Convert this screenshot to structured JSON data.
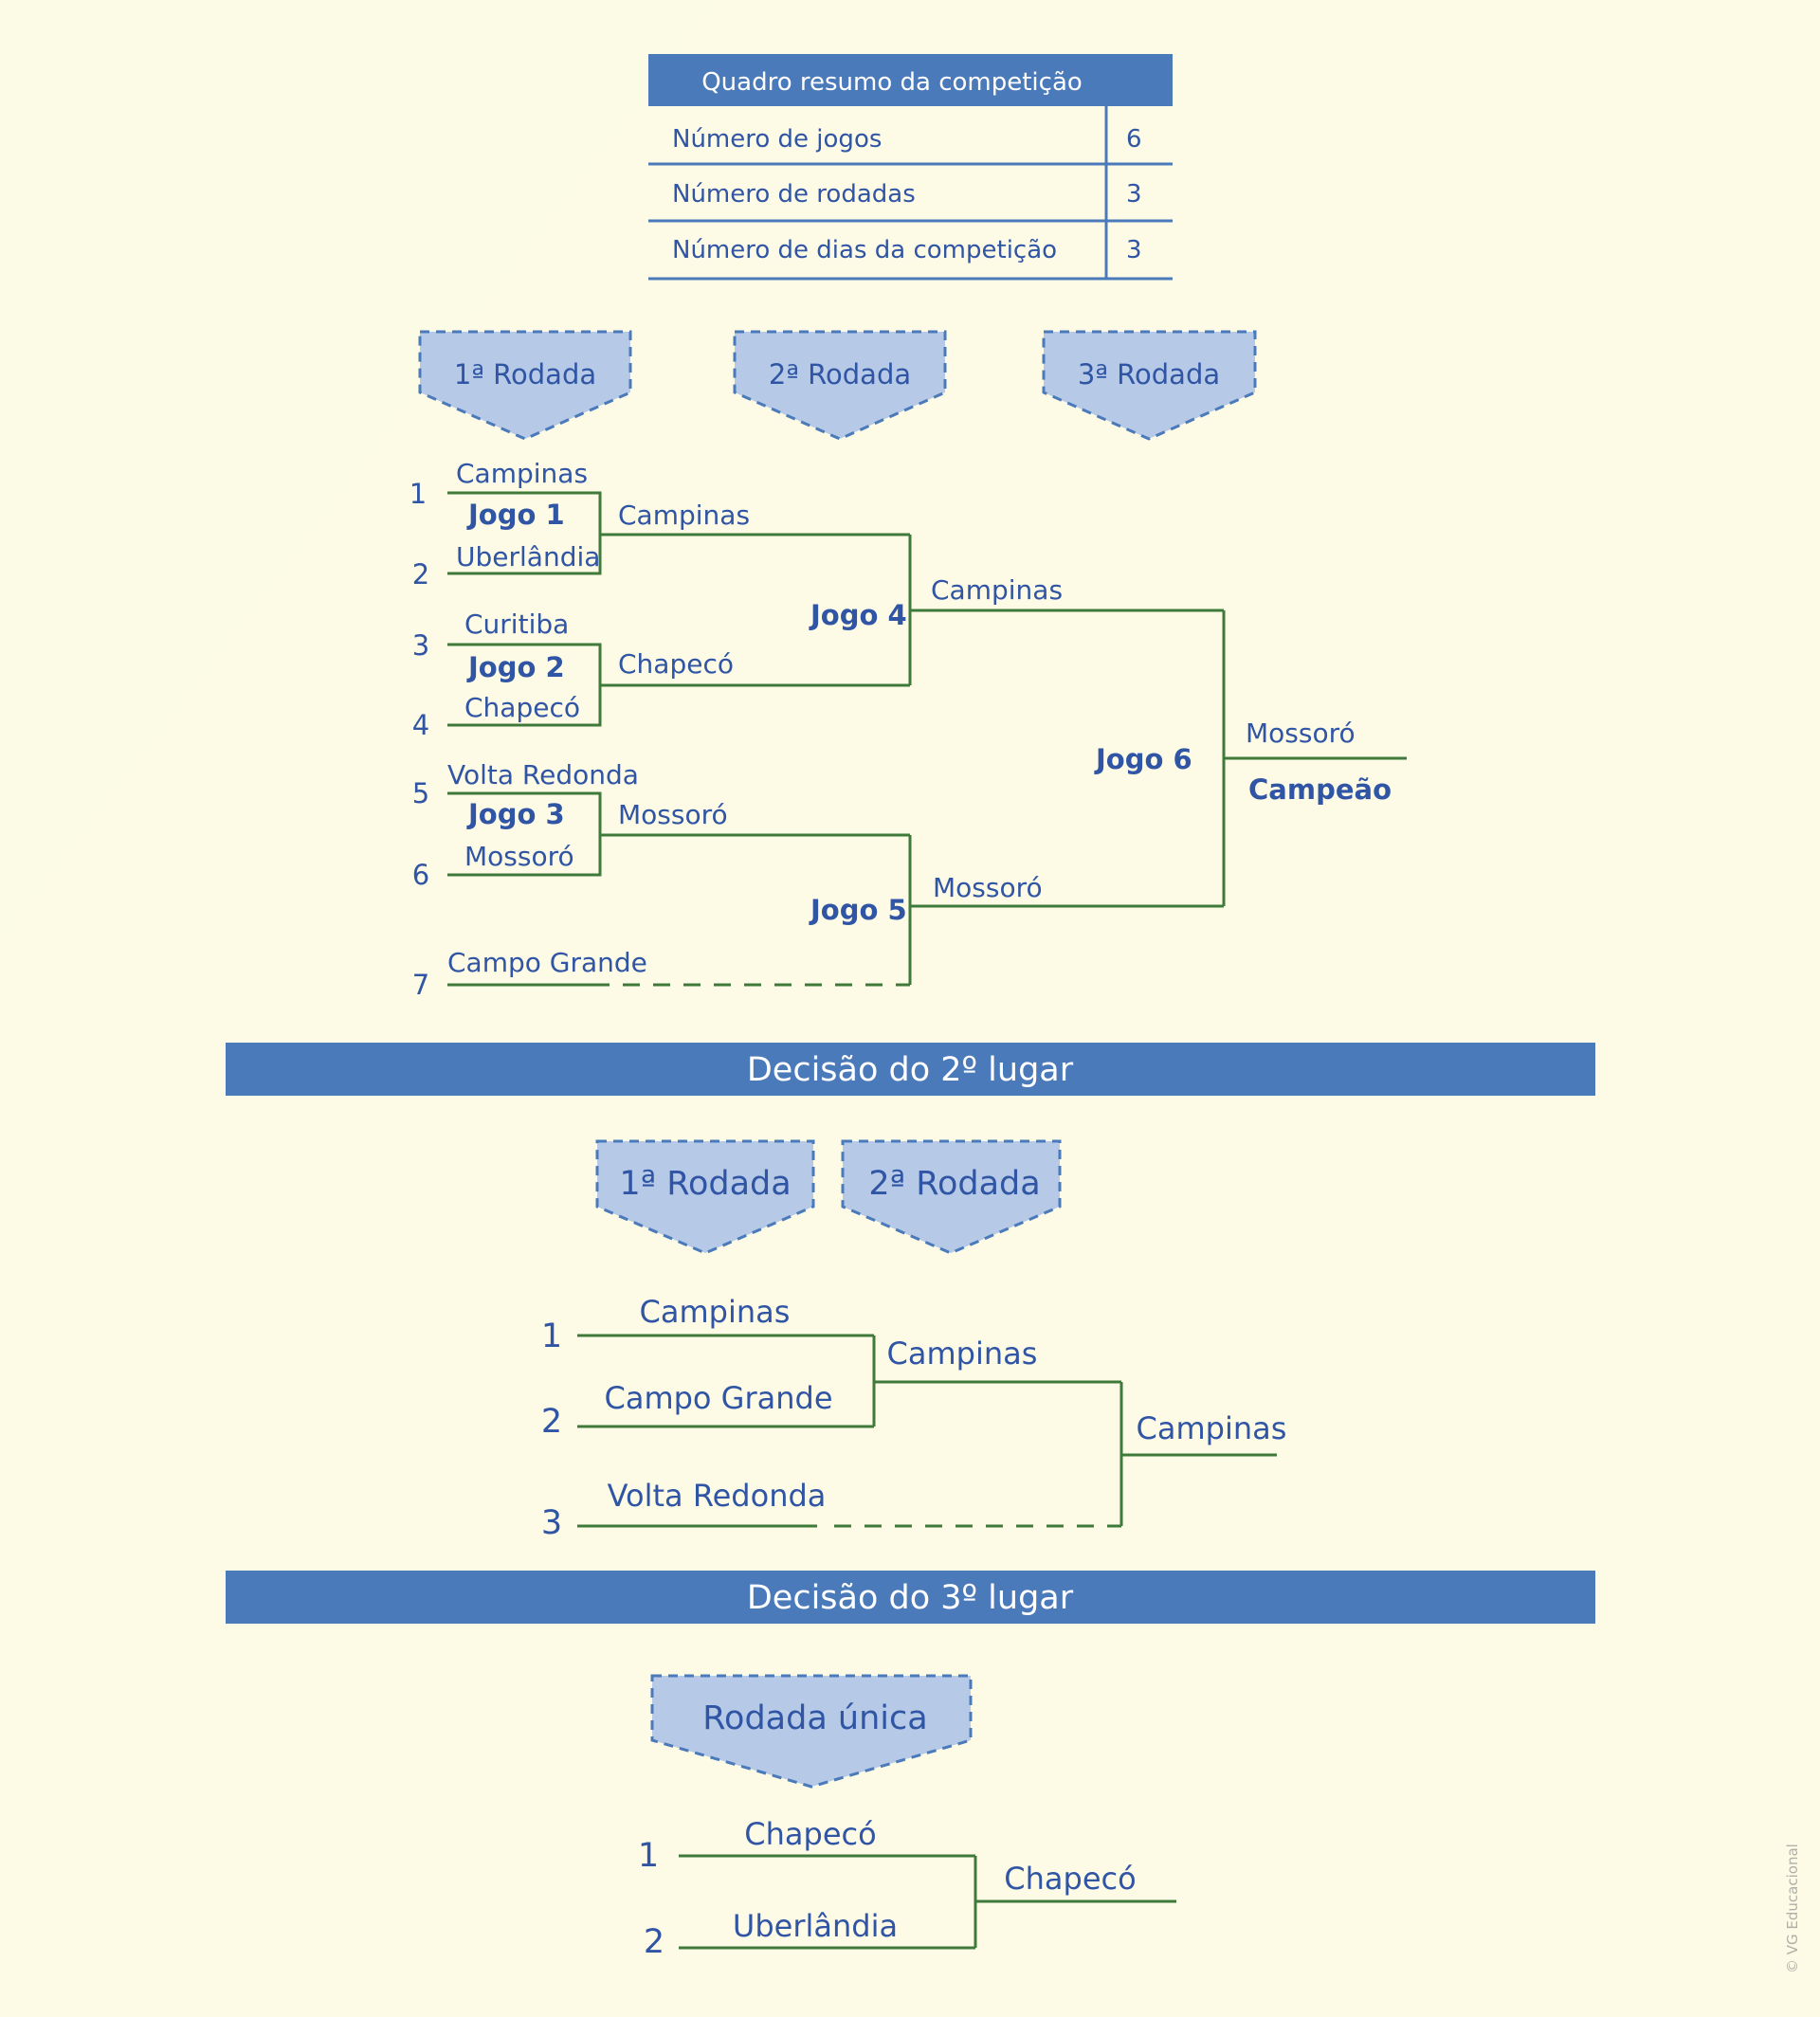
{
  "summary": {
    "title": "Quadro resumo da competição",
    "rows": [
      {
        "label": "Número de jogos",
        "value": "6"
      },
      {
        "label": "Número de rodadas",
        "value": "3"
      },
      {
        "label": "Número de dias da competição",
        "value": "3"
      }
    ]
  },
  "main": {
    "rounds": [
      "1ª Rodada",
      "2ª Rodada",
      "3ª Rodada"
    ],
    "seeds": [
      "1",
      "2",
      "3",
      "4",
      "5",
      "6",
      "7"
    ],
    "teams": [
      "Campinas",
      "Uberlândia",
      "Curitiba",
      "Chapecó",
      "Volta Redonda",
      "Mossoró",
      "Campo Grande"
    ],
    "games": [
      "Jogo 1",
      "Jogo 2",
      "Jogo 3",
      "Jogo 4",
      "Jogo 5",
      "Jogo 6"
    ],
    "winners": {
      "game1": "Campinas",
      "game2": "Chapecó",
      "game3": "Mossoró",
      "game4": "Campinas",
      "game5": "Mossoró",
      "final": "Mossoró"
    },
    "champion_label": "Campeão"
  },
  "second_place": {
    "title": "Decisão do 2º lugar",
    "rounds": [
      "1ª Rodada",
      "2ª Rodada"
    ],
    "seeds": [
      "1",
      "2",
      "3"
    ],
    "teams": [
      "Campinas",
      "Campo Grande",
      "Volta Redonda"
    ],
    "round1_winner": "Campinas",
    "final_winner": "Campinas"
  },
  "third_place": {
    "title": "Decisão do 3º lugar",
    "round": "Rodada única",
    "seeds": [
      "1",
      "2"
    ],
    "teams": [
      "Chapecó",
      "Uberlândia"
    ],
    "winner": "Chapecó"
  },
  "credit": "© VG Educacional",
  "colors": {
    "background_light": "#fbfbe4",
    "background_cream": "#fdfae6",
    "accent_blue": "#4a7aba",
    "text_blue": "#2f55a4",
    "bracket_green": "#3f7a3a",
    "pentagon_fill": "#b6c9e6"
  }
}
